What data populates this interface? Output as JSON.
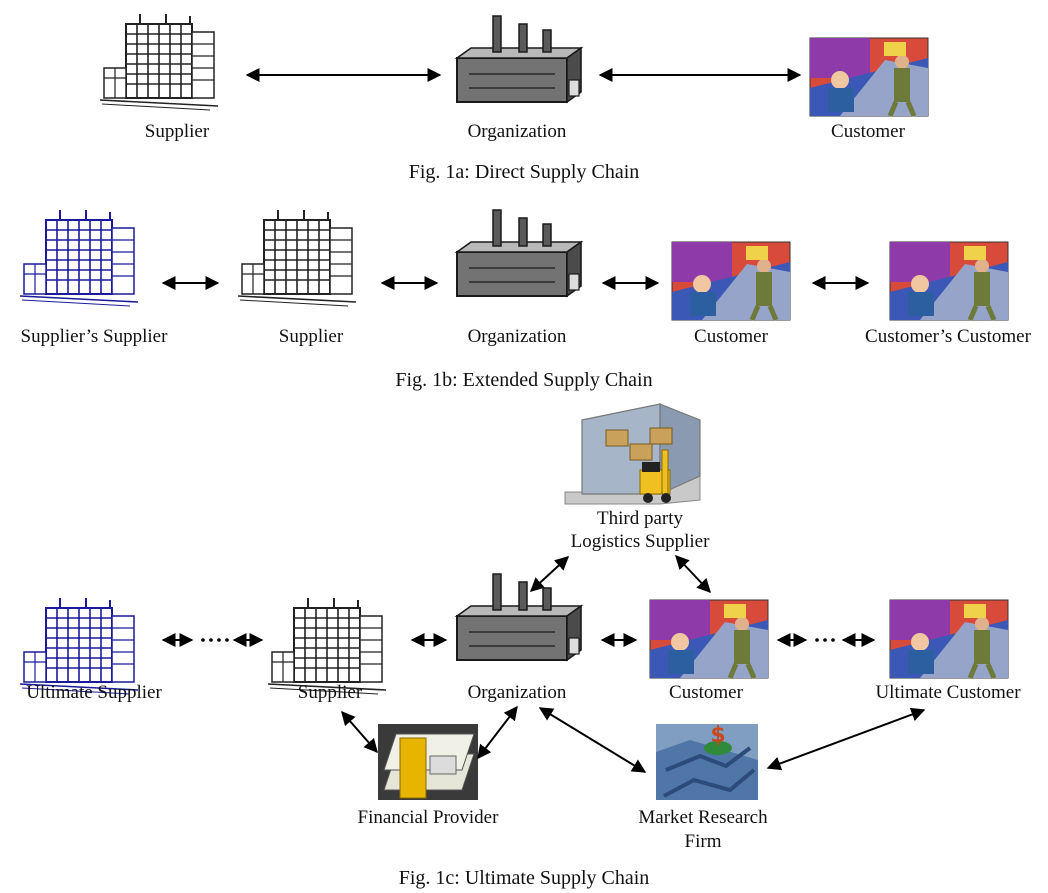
{
  "fig_a": {
    "supplier": "Supplier",
    "organization": "Organization",
    "customer": "Customer",
    "caption": "Fig. 1a: Direct Supply Chain"
  },
  "fig_b": {
    "suppliers_supplier": "Supplier’s Supplier",
    "supplier": "Supplier",
    "organization": "Organization",
    "customer": "Customer",
    "customers_customer": "Customer’s Customer",
    "caption": "Fig. 1b: Extended Supply Chain"
  },
  "fig_c": {
    "third_party_line1": "Third party",
    "third_party_line2": "Logistics Supplier",
    "ultimate_supplier": "Ultimate Supplier",
    "supplier": "Supplier",
    "organization": "Organization",
    "customer": "Customer",
    "ultimate_customer": "Ultimate Customer",
    "financial_provider": "Financial Provider",
    "market_research_line1": "Market Research",
    "market_research_line2": "Firm",
    "caption": "Fig. 1c: Ultimate Supply Chain"
  },
  "colors": {
    "supplier_line": "#222222",
    "ultimate_supplier_line": "#1a1a9a",
    "factory_fill": "#6e6e6e",
    "arrow": "#000000"
  }
}
